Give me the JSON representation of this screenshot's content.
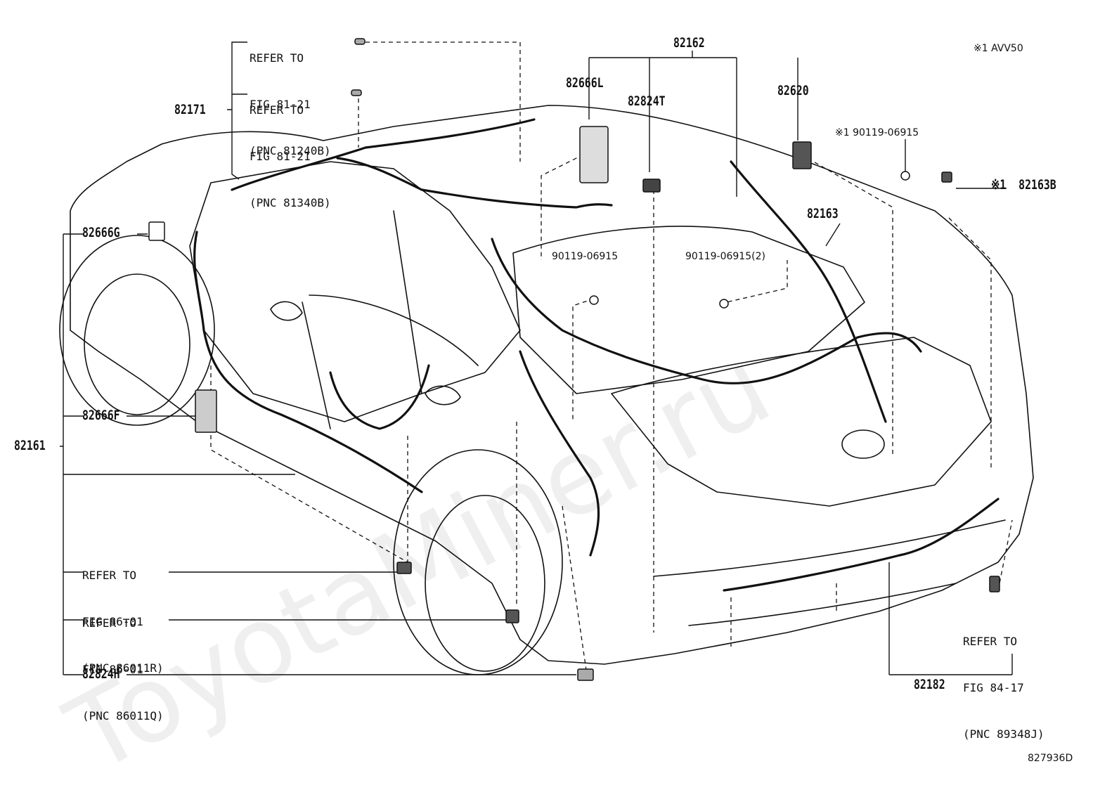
{
  "diagram": {
    "watermark": "ToyotaMiner.ru",
    "figure_code": "827936D",
    "applicability_note": "※1 AVV50"
  },
  "callouts": {
    "p82162": "82162",
    "p82666L": "82666L",
    "p82824T": "82824T",
    "p82620": "82620",
    "p90119_top": "※1 90119-06915",
    "p82163B": "※1  82163B",
    "p82163": "82163",
    "p90119_mid": "90119-06915",
    "p90119_mid2": "90119-06915(2)",
    "p82171": "82171",
    "p82666G": "82666G",
    "p82666F": "82666F",
    "p82161": "82161",
    "p82824H": "82824H",
    "p82182": "82182"
  },
  "references": {
    "ref1": {
      "line1": "REFER TO",
      "line2": "FIG 81-21",
      "line3": "(PNC 81240B)"
    },
    "ref2": {
      "line1": "REFER TO",
      "line2": "FIG 81-21",
      "line3": "(PNC 81340B)"
    },
    "ref3": {
      "line1": "REFER TO",
      "line2": "FIG 86-01",
      "line3": "(PNC 86011R)"
    },
    "ref4": {
      "line1": "REFER TO",
      "line2": "FIG 86-01",
      "line3": "(PNC 86011Q)"
    },
    "ref5": {
      "line1": "REFER TO",
      "line2": "FIG 84-17",
      "line3": "(PNC 89348J)"
    }
  }
}
